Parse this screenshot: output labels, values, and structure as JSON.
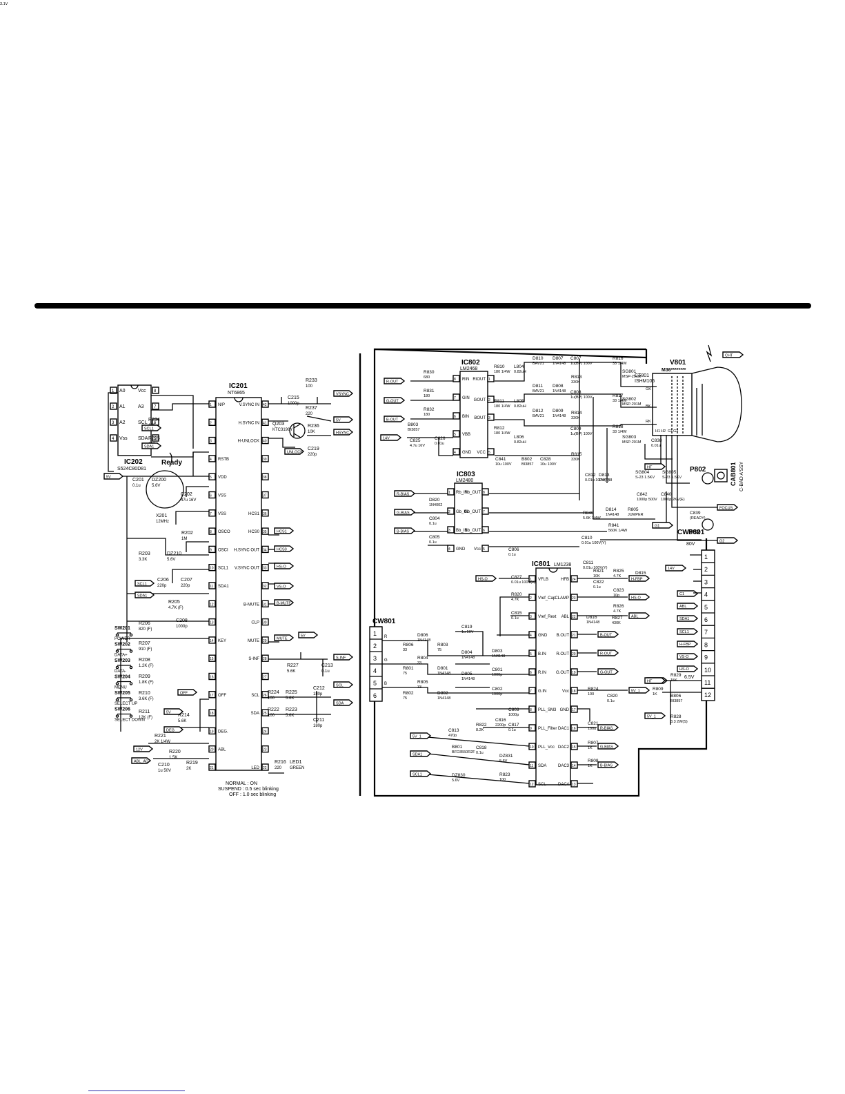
{
  "divider": {
    "color": "#000000"
  },
  "footer_link": "",
  "left": {
    "ic202": {
      "ref": "IC202",
      "part": "S524C80D81",
      "ready": "Ready",
      "pins": [
        {
          "n": "1",
          "name": "A0"
        },
        {
          "n": "2",
          "name": "A1"
        },
        {
          "n": "3",
          "name": "A2"
        },
        {
          "n": "4",
          "name": "Vss"
        },
        {
          "n": "8",
          "name": "Vcc"
        },
        {
          "n": "7",
          "name": "A3"
        },
        {
          "n": "6",
          "name": "SCL"
        },
        {
          "n": "5",
          "name": "SDA"
        }
      ]
    },
    "ic201": {
      "ref": "IC201",
      "part": "NT6865",
      "left_pins": [
        {
          "n": "1",
          "name": "N/P"
        },
        {
          "n": "2",
          "name": ""
        },
        {
          "n": "3",
          "name": ""
        },
        {
          "n": "4",
          "name": "RSTB"
        },
        {
          "n": "5",
          "name": "VDD"
        },
        {
          "n": "6",
          "name": "VSS"
        },
        {
          "n": "7",
          "name": "VSS"
        },
        {
          "n": "8",
          "name": "OSCO"
        },
        {
          "n": "9",
          "name": "OSCI"
        },
        {
          "n": "10",
          "name": "SCL1"
        },
        {
          "n": "11",
          "name": "SDA1"
        },
        {
          "n": "12",
          "name": ""
        },
        {
          "n": "13",
          "name": ""
        },
        {
          "n": "14",
          "name": "KEY"
        },
        {
          "n": "15",
          "name": ""
        },
        {
          "n": "16",
          "name": ""
        },
        {
          "n": "17",
          "name": "OFF"
        },
        {
          "n": "18",
          "name": ""
        },
        {
          "n": "19",
          "name": "DEG."
        },
        {
          "n": "20",
          "name": "ABL"
        },
        {
          "n": "21",
          "name": ""
        }
      ],
      "right_pins": [
        {
          "n": "42",
          "name": "V.SYNC IN"
        },
        {
          "n": "41",
          "name": "H.SYNC IN"
        },
        {
          "n": "40",
          "name": "H-UNLOCK"
        },
        {
          "n": "39",
          "name": ""
        },
        {
          "n": "38",
          "name": ""
        },
        {
          "n": "37",
          "name": ""
        },
        {
          "n": "36",
          "name": "HCS1"
        },
        {
          "n": "35",
          "name": "HCS0"
        },
        {
          "n": "34",
          "name": "H.SYNC OUT"
        },
        {
          "n": "33",
          "name": "V.SYNC OUT"
        },
        {
          "n": "32",
          "name": ""
        },
        {
          "n": "31",
          "name": "B-MUTE"
        },
        {
          "n": "30",
          "name": "CLP"
        },
        {
          "n": "29",
          "name": "MUTE"
        },
        {
          "n": "28",
          "name": "S-INF"
        },
        {
          "n": "27",
          "name": ""
        },
        {
          "n": "26",
          "name": "SCL"
        },
        {
          "n": "25",
          "name": "SDA"
        },
        {
          "n": "24",
          "name": ""
        },
        {
          "n": "23",
          "name": ""
        },
        {
          "n": "22",
          "name": "LED"
        }
      ]
    },
    "components": [
      {
        "ref": "R233",
        "val": "100"
      },
      {
        "ref": "C215",
        "val": "1000p"
      },
      {
        "ref": "R237",
        "val": "220"
      },
      {
        "ref": "Q203",
        "val": "KTC3198Y"
      },
      {
        "ref": "R236",
        "val": "10K"
      },
      {
        "ref": "C219",
        "val": "220p"
      },
      {
        "ref": "R234",
        "val": "100"
      },
      {
        "ref": "R235",
        "val": "100"
      },
      {
        "ref": "C201",
        "val": "0.1u"
      },
      {
        "ref": "DZ200",
        "val": "5.6V"
      },
      {
        "ref": "C202",
        "val": "47u 16V"
      },
      {
        "ref": "X201",
        "val": "12MHz"
      },
      {
        "ref": "R202",
        "val": "1M"
      },
      {
        "ref": "R203",
        "val": "3.3K"
      },
      {
        "ref": "DZ210",
        "val": "5.6V"
      },
      {
        "ref": "C206",
        "val": "220p"
      },
      {
        "ref": "C207",
        "val": "220p"
      },
      {
        "ref": "R205",
        "val": "4.7K (F)"
      },
      {
        "ref": "C208",
        "val": "1000p"
      },
      {
        "ref": "R206",
        "val": "820 (F)"
      },
      {
        "ref": "R207",
        "val": "910 (F)"
      },
      {
        "ref": "R208",
        "val": "1.2K (F)"
      },
      {
        "ref": "R209",
        "val": "1.8K (F)"
      },
      {
        "ref": "R210",
        "val": "3.6K (F)"
      },
      {
        "ref": "R211",
        "val": "12K (F)"
      },
      {
        "ref": "R214",
        "val": "5.6K"
      },
      {
        "ref": "R221",
        "val": "2K 1/4W"
      },
      {
        "ref": "R220",
        "val": "1.5K"
      },
      {
        "ref": "R219",
        "val": "2K"
      },
      {
        "ref": "C210",
        "val": "1u 50V"
      },
      {
        "ref": "R227",
        "val": "5.6K"
      },
      {
        "ref": "C213",
        "val": "0.1u"
      },
      {
        "ref": "R224",
        "val": "100"
      },
      {
        "ref": "R225",
        "val": "5.6K"
      },
      {
        "ref": "C212",
        "val": "180p"
      },
      {
        "ref": "R222",
        "val": "100"
      },
      {
        "ref": "R223",
        "val": "5.6K"
      },
      {
        "ref": "C211",
        "val": "180p"
      },
      {
        "ref": "R216",
        "val": "220"
      },
      {
        "ref": "LED1",
        "val": "GREEN"
      }
    ],
    "switches": [
      {
        "ref": "SW201",
        "label": "POWER"
      },
      {
        "ref": "SW202",
        "label": "DATA+"
      },
      {
        "ref": "SW203",
        "label": "DATA-"
      },
      {
        "ref": "SW204",
        "label": "MENU"
      },
      {
        "ref": "SW205",
        "label": "SELECT UP"
      },
      {
        "ref": "SW206",
        "label": "SELECT DOWN"
      }
    ],
    "nets": [
      "VSYNC",
      "5V",
      "HSYNC",
      "SCL1",
      "SDA1",
      "UNLOCK",
      "5V",
      "HCS1",
      "HCS0",
      "HS-O",
      "VS-O",
      "SCL1",
      "SDA1",
      "B-MUTE",
      "MUTE",
      "5V",
      "S-INF",
      "SCL",
      "SDA",
      "OFF",
      "5V",
      "DEG",
      "12V",
      "ABL_AD"
    ],
    "led_legend": [
      "NORMAL : ON",
      "SUSPEND : 0.5 sec blinking",
      "OFF : 1.0 sec blinking"
    ]
  },
  "right": {
    "ic802": {
      "ref": "IC802",
      "part": "LM2468",
      "pins": [
        {
          "n": "8",
          "name": "RIN"
        },
        {
          "n": "7",
          "name": "GIN"
        },
        {
          "n": "6",
          "name": "BIN"
        },
        {
          "n": "5",
          "name": "VBB"
        },
        {
          "n": "4",
          "name": "GND"
        },
        {
          "n": "1",
          "name": "RIOUT"
        },
        {
          "n": "2",
          "name": "GOUT"
        },
        {
          "n": "3",
          "name": "BOUT"
        },
        {
          "n": "5",
          "name": "VCC"
        }
      ]
    },
    "ic803": {
      "ref": "IC803",
      "part": "LM2480",
      "pins": [
        {
          "n": "1",
          "name": "Rb_IN"
        },
        {
          "n": "2",
          "name": "Gb_IN"
        },
        {
          "n": "3",
          "name": "Bb_IN"
        },
        {
          "n": "4",
          "name": "GND"
        },
        {
          "n": "8",
          "name": "Rb_OUT"
        },
        {
          "n": "7",
          "name": "Gb_OUT"
        },
        {
          "n": "6",
          "name": "Bb_OUT"
        },
        {
          "n": "5",
          "name": "Vcc"
        }
      ]
    },
    "ic801": {
      "ref": "IC801",
      "part": "LM1238",
      "left_pins": [
        {
          "n": "1",
          "name": "VFLB"
        },
        {
          "n": "2",
          "name": "Vref_Cap"
        },
        {
          "n": "3",
          "name": "Vref_Rext"
        },
        {
          "n": "4",
          "name": "GND"
        },
        {
          "n": "5",
          "name": "B.IN"
        },
        {
          "n": "6",
          "name": "R.IN"
        },
        {
          "n": "7",
          "name": "G.IN"
        },
        {
          "n": "8",
          "name": "PLL_SM3"
        },
        {
          "n": "9",
          "name": "PLL_Filter"
        },
        {
          "n": "10",
          "name": "PLL_Vcc"
        },
        {
          "n": "11",
          "name": "SDA"
        },
        {
          "n": "12",
          "name": "SCL"
        }
      ],
      "right_pins": [
        {
          "n": "24",
          "name": "HFB"
        },
        {
          "n": "23",
          "name": "CLAMP"
        },
        {
          "n": "22",
          "name": "ABL"
        },
        {
          "n": "21",
          "name": "B.OUT"
        },
        {
          "n": "20",
          "name": "R.OUT"
        },
        {
          "n": "19",
          "name": "G.OUT"
        },
        {
          "n": "18",
          "name": "Vcc"
        },
        {
          "n": "17",
          "name": "GND"
        },
        {
          "n": "16",
          "name": "DAC1"
        },
        {
          "n": "15",
          "name": "DAC2"
        },
        {
          "n": "14",
          "name": "DAC3"
        },
        {
          "n": "13",
          "name": "DAC4"
        }
      ]
    },
    "cw801": {
      "ref": "CW801",
      "pins": [
        "1",
        "2",
        "3",
        "4",
        "5",
        "6"
      ],
      "colors": [
        "R",
        "G",
        "B"
      ]
    },
    "cw802": {
      "ref": "CW802",
      "pins": [
        "1",
        "2",
        "3",
        "4",
        "5",
        "6",
        "7",
        "8",
        "9",
        "10",
        "11",
        "12"
      ],
      "nets": [
        "80V",
        "14V",
        "",
        "C1",
        "ABL",
        "SDA1",
        "SCL1",
        "H-FBP",
        "VS-O",
        "HS-O",
        "HT",
        "6.5V"
      ]
    },
    "v801": {
      "ref": "V801",
      "part": "M36********",
      "ct801": "CT801",
      "ct801_part": "ISHM105"
    },
    "components": [
      {
        "ref": "R830",
        "val": "680"
      },
      {
        "ref": "R831",
        "val": "180"
      },
      {
        "ref": "R832",
        "val": "180"
      },
      {
        "ref": "B803",
        "val": "BI3857"
      },
      {
        "ref": "C825",
        "val": "4.7u 16V"
      },
      {
        "ref": "C826",
        "val": "0.01u"
      },
      {
        "ref": "R810",
        "val": "180 1/4W"
      },
      {
        "ref": "L804",
        "val": "0.82uH"
      },
      {
        "ref": "R811",
        "val": "180 1/4W"
      },
      {
        "ref": "L805",
        "val": "0.82uH"
      },
      {
        "ref": "R812",
        "val": "180 1/4W"
      },
      {
        "ref": "L806",
        "val": "0.82uH"
      },
      {
        "ref": "C841",
        "val": "10u 100V"
      },
      {
        "ref": "B802",
        "val": "BI3857"
      },
      {
        "ref": "C828",
        "val": "10u 100V"
      },
      {
        "ref": "D810",
        "val": "BAV21"
      },
      {
        "ref": "D807",
        "val": "1N4148"
      },
      {
        "ref": "D811",
        "val": "BAV21"
      },
      {
        "ref": "D808",
        "val": "1N4148"
      },
      {
        "ref": "D812",
        "val": "BAV21"
      },
      {
        "ref": "D809",
        "val": "1N4148"
      },
      {
        "ref": "C807",
        "val": "1u(BP) 100V"
      },
      {
        "ref": "R813",
        "val": "330K"
      },
      {
        "ref": "C808",
        "val": "1u(BP) 100V"
      },
      {
        "ref": "R814",
        "val": "330K"
      },
      {
        "ref": "C809",
        "val": "1u(BP) 100V"
      },
      {
        "ref": "R815",
        "val": "330K"
      },
      {
        "ref": "R816",
        "val": "33 1/4W"
      },
      {
        "ref": "R817",
        "val": "33 1/4W"
      },
      {
        "ref": "R818",
        "val": "33 1/4W"
      },
      {
        "ref": "SG801",
        "val": "MSP-201M"
      },
      {
        "ref": "SG802",
        "val": "MSP-201M"
      },
      {
        "ref": "SG803",
        "val": "MSP-201M"
      },
      {
        "ref": "C838",
        "val": "0.01u"
      },
      {
        "ref": "SG804",
        "val": "S-23 1.5KV"
      },
      {
        "ref": "SG805",
        "val": "S-23 1.5KV"
      },
      {
        "ref": "C842",
        "val": "1000p 500V"
      },
      {
        "ref": "C840",
        "val": "1000p 2KV(E)"
      },
      {
        "ref": "R805",
        "val": "JUMPER"
      },
      {
        "ref": "C839",
        "val": "(READY)"
      },
      {
        "ref": "R841",
        "val": "560K 1/4W"
      },
      {
        "ref": "R840",
        "val": "5.6K 1/4W"
      },
      {
        "ref": "C810",
        "val": "0.01u 100V(Y)"
      },
      {
        "ref": "C811",
        "val": "0.01u 100V(Y)"
      },
      {
        "ref": "C812",
        "val": "0.01u 100V(Y)"
      },
      {
        "ref": "D813",
        "val": "1N4148"
      },
      {
        "ref": "D814",
        "val": "1N4148"
      },
      {
        "ref": "D815",
        "val": "1N4148"
      },
      {
        "ref": "D820",
        "val": "1N4002"
      },
      {
        "ref": "C804",
        "val": "0.1u"
      },
      {
        "ref": "C805",
        "val": "0.1u"
      },
      {
        "ref": "C806",
        "val": "0.1u"
      },
      {
        "ref": "C827",
        "val": "0.01u 100V(Y)"
      },
      {
        "ref": "R820",
        "val": "4.7K"
      },
      {
        "ref": "C815",
        "val": "0.1u"
      },
      {
        "ref": "R821",
        "val": "10K"
      },
      {
        "ref": "R825",
        "val": "4.7K"
      },
      {
        "ref": "C822",
        "val": "0.1u"
      },
      {
        "ref": "C823",
        "val": "10p"
      },
      {
        "ref": "R826",
        "val": "4.7K"
      },
      {
        "ref": "R827",
        "val": "430K"
      },
      {
        "ref": "D816",
        "val": "1N4148"
      },
      {
        "ref": "C819",
        "val": "1u 50V"
      },
      {
        "ref": "D804",
        "val": "1N4148"
      },
      {
        "ref": "D805",
        "val": "1N4148"
      },
      {
        "ref": "D806",
        "val": "1N4148"
      },
      {
        "ref": "R804",
        "val": "33"
      },
      {
        "ref": "R805",
        "val": "33"
      },
      {
        "ref": "R806",
        "val": "33"
      },
      {
        "ref": "R801",
        "val": "75"
      },
      {
        "ref": "R802",
        "val": "75"
      },
      {
        "ref": "R803",
        "val": "75"
      },
      {
        "ref": "D801",
        "val": "1N4148"
      },
      {
        "ref": "D802",
        "val": "1N4148"
      },
      {
        "ref": "D803",
        "val": "1N4148"
      },
      {
        "ref": "C801",
        "val": "1000p"
      },
      {
        "ref": "C802",
        "val": "1000p"
      },
      {
        "ref": "C803",
        "val": "1000p"
      },
      {
        "ref": "C816",
        "val": "2200p"
      },
      {
        "ref": "C817",
        "val": "0.1u"
      },
      {
        "ref": "R822",
        "val": "8.2K"
      },
      {
        "ref": "C813",
        "val": "470p"
      },
      {
        "ref": "C818",
        "val": "0.1u"
      },
      {
        "ref": "B801",
        "val": "BFD3550R2F"
      },
      {
        "ref": "DZ830",
        "val": "5.6V"
      },
      {
        "ref": "DZ831",
        "val": "5.6V"
      },
      {
        "ref": "R823",
        "val": "100"
      },
      {
        "ref": "R824",
        "val": "100"
      },
      {
        "ref": "C820",
        "val": "0.1u"
      },
      {
        "ref": "C821",
        "val": "100u 16V"
      },
      {
        "ref": "R807",
        "val": "1K"
      },
      {
        "ref": "R808",
        "val": "1K"
      },
      {
        "ref": "R809",
        "val": "1K"
      },
      {
        "ref": "R829",
        "val": "15K"
      },
      {
        "ref": "B806",
        "val": "BI3857"
      },
      {
        "ref": "R828",
        "val": "3.3 2W(S)"
      },
      {
        "ref": "DZ820",
        "val": "3.1V"
      }
    ],
    "nets_left": [
      "R-OUT",
      "G-OUT",
      "B-OUT",
      "14V",
      "R-BIAS",
      "G-BIAS",
      "B-BIAS",
      "HS-O",
      "5V_1",
      "SDA1",
      "SCL1"
    ],
    "nets_right": [
      "CHT",
      "HT",
      "G1",
      "FOCUS",
      "G2",
      "H-FBP",
      "HS-O",
      "ABL",
      "B-OUT",
      "R-OUT",
      "G-OUT",
      "5V_1",
      "R-BIAS",
      "G-BIAS",
      "B-BIAS",
      "HT",
      "5V_1"
    ],
    "cab801": {
      "ref": "CAB801",
      "val": "C-BAD A'SSY"
    },
    "p802": "P802",
    "p801": "P801",
    "pin_labels": [
      "H1",
      "H2",
      "G1",
      "G2",
      "BK",
      "GK",
      "RK"
    ]
  }
}
